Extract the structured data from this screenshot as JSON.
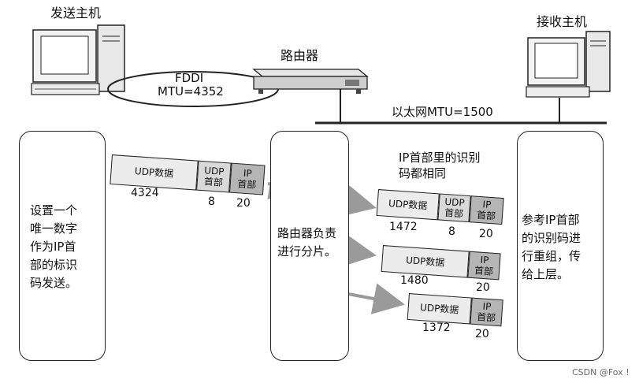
{
  "network": {
    "sender_title": "发送主机",
    "receiver_title": "接收主机",
    "router_title": "路由器",
    "fddi_name": "FDDI",
    "fddi_mtu": "MTU=4352",
    "ethernet_mtu": "以太网MTU=1500"
  },
  "panels": {
    "sender_text": "设置一个\n唯一数字\n作为IP首\n部的标识\n码发送。",
    "router_text": "路由器负责\n进行分片。",
    "receiver_text": "参考IP首部\n的识别码进\n行重组，传\n给上层。"
  },
  "note": "IP首部里的识别\n码都相同",
  "packets": {
    "original": {
      "data_label": "UDP数据",
      "udp_label": "UDP\n首部",
      "ip_label": "IP\n首部",
      "data_size": "4324",
      "udp_size": "8",
      "ip_size": "20"
    },
    "fragment1": {
      "data_label": "UDP数据",
      "udp_label": "UDP\n首部",
      "ip_label": "IP\n首部",
      "data_size": "1472",
      "udp_size": "8",
      "ip_size": "20"
    },
    "fragment2": {
      "data_label": "UDP数据",
      "ip_label": "IP\n首部",
      "data_size": "1480",
      "ip_size": "20"
    },
    "fragment3": {
      "data_label": "UDP数据",
      "ip_label": "IP\n首部",
      "data_size": "1372",
      "ip_size": "20"
    }
  },
  "watermark": "CSDN @Fox !"
}
